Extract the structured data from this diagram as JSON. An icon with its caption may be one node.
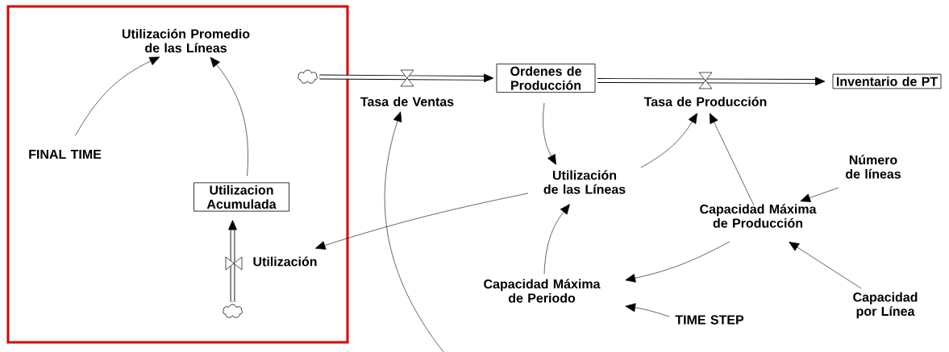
{
  "diagram": {
    "nodes": [
      {
        "text": [],
        "shape": "box"
      },
      {
        "text": [
          "Utilización Promedio de las Líneas"
        ],
        "in": 0
      },
      {
        "text": [
          "FINAL TIME"
        ],
        "in": 0
      },
      {
        "text": [
          "Utilizacion Acumulada"
        ],
        "in": 0
      },
      {
        "text": [
          "Utilización"
        ],
        "in": 0
      },
      {
        "text": [],
        "shape": "cloud",
        "in": 0
      },
      {
        "text": [],
        "shape": "cloud",
        "in": 0
      },
      {
        "text": [
          "Tasa de Ventas"
        ]
      },
      {
        "text": [
          "Ordenes de Producción"
        ]
      },
      {
        "text": [
          "Tasa de Producción"
        ]
      },
      {
        "text": [
          "Inventario de PT"
        ]
      },
      {
        "text": [
          "Utilización de las Líneas"
        ]
      },
      {
        "text": [
          "Número de líneas"
        ]
      },
      {
        "text": [
          "Capacidad Máxima de Producción"
        ]
      },
      {
        "text": [
          "Capacidad Máxima de Periodo"
        ]
      },
      {
        "text": [
          "TIME STEP"
        ]
      },
      {
        "text": [
          "Capacidad por Línea"
        ]
      }
    ],
    "edges": [
      {
        "from": 2,
        "to": 1,
        "arrow": "to"
      },
      {
        "from": 3,
        "to": 1,
        "arrow": "to"
      },
      {
        "from": 5,
        "to": 3,
        "arrow": "to",
        "style": "thick"
      },
      {
        "from": 11,
        "to": 4,
        "arrow": "to"
      },
      {
        "from": 6,
        "to": 8,
        "arrow": "to",
        "style": "thick"
      },
      {
        "from": 8,
        "to": 10,
        "arrow": "to",
        "style": "thick"
      },
      {
        "from": null,
        "to": 7,
        "arrow": "to"
      },
      {
        "from": 8,
        "to": 11,
        "arrow": "to"
      },
      {
        "from": 11,
        "to": 9,
        "arrow": "to"
      },
      {
        "from": 13,
        "to": 9,
        "arrow": "to"
      },
      {
        "from": 12,
        "to": 13,
        "arrow": "to"
      },
      {
        "from": 16,
        "to": 13,
        "arrow": "to"
      },
      {
        "from": 13,
        "to": 14,
        "arrow": "to"
      },
      {
        "from": 14,
        "to": 11,
        "arrow": "to"
      },
      {
        "from": 15,
        "to": 14,
        "arrow": "to"
      }
    ]
  }
}
